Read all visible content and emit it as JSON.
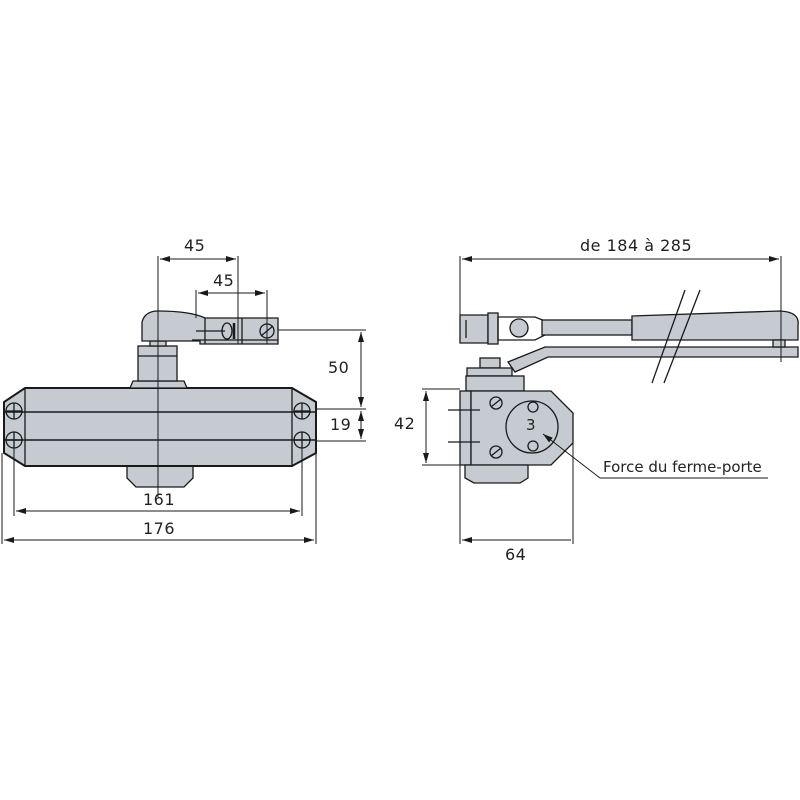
{
  "colors": {
    "fill": "#c5cbd1",
    "stroke": "#1a1a1a",
    "background": "#ffffff"
  },
  "front_view": {
    "dims": {
      "arm_offset": "45",
      "shoe_width": "45",
      "arm_height": "50",
      "hole_spacing_v": "19",
      "hole_spacing_h": "161",
      "total_length": "176"
    }
  },
  "side_view": {
    "dims": {
      "arm_length_range": "de 184 à 285",
      "body_height": "42",
      "depth": "64"
    },
    "force_value": "3",
    "force_label": "Force du ferme-porte"
  }
}
